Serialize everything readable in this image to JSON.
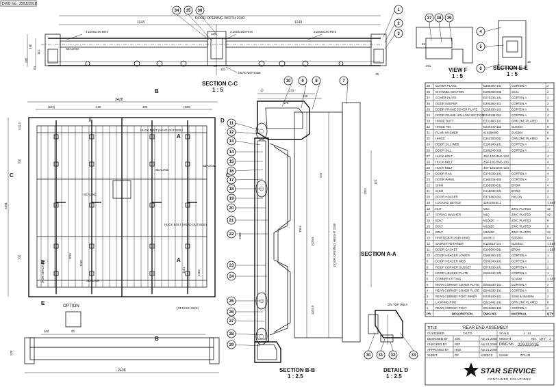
{
  "drawing": {
    "dwg_no_tag": "DWG No.: 229J2201E",
    "views": {
      "section_cc": {
        "title": "SECTION C-C",
        "scale": "1 : 5",
        "dim_width": "DOOR OPENING WIDTH 2340",
        "dim_half": "1143",
        "rhs": "3.2x50x100 RHS",
        "sealing": "SEALING",
        "head_outside": "HEAD OUTSIDE",
        "dims": [
          "100",
          "110",
          "40",
          "250",
          "280",
          "113",
          "84",
          "18"
        ]
      },
      "view_f": {
        "title": "VIEW F",
        "scale": "1 : 5",
        "dims": [
          "201",
          "88"
        ]
      },
      "section_ee": {
        "title": "SECTION E-E",
        "scale": "1 : 5",
        "dim": "18"
      },
      "rear_end": {
        "dims_top": [
          "2438",
          "(629)",
          "420",
          "420",
          "(629)"
        ],
        "dims_left": [
          "700",
          "700",
          "2591",
          "241.5"
        ],
        "labels": [
          "HUCK BOLT (HEAD OUTSIDE)",
          "SEALING",
          "SEALING",
          "SEALING",
          "HUCK BOLT (HEAD OUTSIDE)",
          "SEALING",
          "OPTION",
          "(AT EACH END)"
        ],
        "dims_bottom": [
          "1252",
          "1216",
          "1240",
          "1261",
          "(FOR SEALING)"
        ],
        "markers": [
          "A",
          "A",
          "B",
          "B",
          "C",
          "C",
          "D",
          "E",
          "E",
          "F"
        ]
      },
      "section_aa": {
        "title": "SECTION A-A",
        "door_height": "DOOR OPENING HEIGHT 2280",
        "dims": [
          "270",
          "259",
          "170",
          "47",
          "1029.5",
          "1994",
          "1025.5",
          "270",
          "1304",
          "124",
          "160",
          "2388"
        ]
      },
      "section_bb": {
        "title": "SECTION B-B",
        "scale": "1 : 2.5"
      },
      "detail_d": {
        "title": "DETAIL D",
        "scale": "1 : 2.5",
        "on_top_only": "ON TOP ONLY"
      },
      "plan": {
        "dims": [
          "300",
          "50",
          "2438",
          "220"
        ]
      }
    },
    "balloons_top": [
      "34",
      "35",
      "36",
      "1",
      "2",
      "3",
      "4",
      "5",
      "6",
      "37",
      "38",
      "39"
    ],
    "balloons_aa": [
      "10",
      "9",
      "8",
      "7",
      "11",
      "12",
      "13",
      "14",
      "15",
      "16",
      "17",
      "18",
      "19",
      "20",
      "21",
      "22",
      "23",
      "24",
      "25",
      "26",
      "27",
      "28",
      "29"
    ],
    "balloons_detail": [
      "30",
      "31",
      "32",
      "33"
    ]
  },
  "bom": {
    "columns": [
      "PR",
      "DESCRIPTION",
      "DWG NO.",
      "MATERIAL",
      "QTY"
    ],
    "rows": [
      [
        "39",
        "COVER PLATE",
        "E290260-101",
        "CORTEN A",
        "2"
      ],
      [
        "38",
        "CHANNEL SECTION",
        "E280460-035",
        "SS41",
        "2"
      ],
      [
        "37",
        "COVER PLATE",
        "E270230-101",
        "CORTEN A",
        "2"
      ],
      [
        "36",
        "DOOR KEEPER",
        "E260260-101",
        "CORTEN A",
        "2"
      ],
      [
        "35",
        "DOOR FRAME COVER PLATE",
        "E250230-101",
        "CORTEN A",
        "8"
      ],
      [
        "34",
        "DOOR FRAME HOLLOW SECTION",
        "E240232-001",
        "CORTEN A",
        "4"
      ],
      [
        "33",
        "HINGE BUTT",
        "E231460-101",
        "GRN.ZNC PLATED",
        "8"
      ],
      [
        "32",
        "HINGE PIN",
        "E220140-102",
        "SUS304",
        "8"
      ],
      [
        "31",
        "PLAIN WASHER",
        "#10284000",
        "SUS304",
        "8"
      ],
      [
        "30",
        "HINGE",
        "E201700-001",
        "GRN.ZNC PLATED",
        "8"
      ],
      [
        "29",
        "DOOR SILL WEB",
        "E190240-101",
        "CORTEN A",
        "1"
      ],
      [
        "28",
        "DOOR SILL",
        "E180240-108",
        "CORTEN A",
        "1"
      ],
      [
        "27",
        "HUCK-BOLT",
        "3SF-10G/3NS-10G",
        "",
        "4"
      ],
      [
        "26",
        "HUCK-BOLT",
        "3SF-10G/3NS-10G",
        "",
        "4"
      ],
      [
        "25",
        "HUCK-BOLT",
        "3SF-12G/3NS-12G",
        "",
        "4"
      ],
      [
        "24",
        "DOOR RAIL",
        "E170230-101",
        "CORTEN A",
        "4"
      ],
      [
        "23",
        "DOOR PANEL",
        "E160216-465",
        "CORTEN A",
        "2"
      ],
      [
        "22",
        "SHIM",
        "E155930-031",
        "EPDM",
        "4"
      ],
      [
        "21",
        "SHIM",
        "E145930-031",
        "EPDM",
        "4"
      ],
      [
        "20",
        "DOOR HOLDER",
        "E378460-001",
        "NYLON",
        "2"
      ],
      [
        "19",
        "LOCKING DEVICE",
        "229J2201E.1",
        "",
        "1 SET"
      ],
      [
        "18",
        "NUT",
        "M10",
        "ZINC PLATED",
        "42"
      ],
      [
        "17",
        "SPRING WASHER",
        "M10",
        "ZINC PLATED",
        "42"
      ],
      [
        "16",
        "BOLT",
        "M10x20",
        "ZINC PLATED",
        "8"
      ],
      [
        "15",
        "BOLT",
        "M10x25",
        "ZINC PLATED",
        "8"
      ],
      [
        "14",
        "BOLT",
        "M10x30",
        "ZINC PLATED",
        "26"
      ],
      [
        "13",
        "RIVET(GB/T12618-1990)",
        "#4.8X13",
        "SUS304",
        "64"
      ],
      [
        "12",
        "GASKET RETAINER",
        "E110010-101",
        "SUS304",
        "1 SET"
      ],
      [
        "11",
        "DOOR GASKET",
        "E105600-001",
        "EPDM",
        "1 SET"
      ],
      [
        "10",
        "DOOR HEADER LOWER",
        "E090260-101",
        "CORTEN A",
        "1"
      ],
      [
        "9",
        "DOOR HEADER WEB",
        "E080240-101",
        "CORTEN A",
        "1"
      ],
      [
        "8",
        "ROOF CORNER GUSSET",
        "E070230-101",
        "CORTEN A",
        "2"
      ],
      [
        "7",
        "DOOR HEADER PLATE",
        "E060230-103",
        "CORTEN A",
        "1"
      ],
      [
        "6",
        "CORNER FITTING",
        "",
        "SCW49",
        "1 SET"
      ],
      [
        "5",
        "REAR CORNER COVER PLATE",
        "E050230-101",
        "CORTEN A",
        "2"
      ],
      [
        "4",
        "REAR CORNER COVER PLATE",
        "E040230-101",
        "CORTEN A",
        "2"
      ],
      [
        "3",
        "REAR CORNER POST INNER",
        "E030240-101",
        "SS50 & SM490A",
        "2"
      ],
      [
        "2",
        "LASHING ROD",
        "E021442-101",
        "GRN.ZNC PLATED",
        "8"
      ],
      [
        "1",
        "REAR CORNER POST",
        "E010260-103",
        "CORTEN A",
        "2"
      ]
    ]
  },
  "title_block": {
    "title_label": "TITLE",
    "title": "REAR END ASSEMBLY",
    "customer_label": "CUSTOMER",
    "customer": "TALTO",
    "scale_label": "SCALE",
    "scale": "1 : 10",
    "designed_label": "DESIGNED BY",
    "designed_by": "JXG",
    "designed_date": "Apr.21,2008",
    "weight_label": "WEIGHT",
    "no_label": "NO.",
    "qty_label": "QTY:",
    "qty": "1",
    "checked_label": "CHECKED BY",
    "checked_by": "NJP",
    "checked_date": "Apr.21,2008",
    "dwg_no_label": "DWG No.",
    "dwg_no": "229J2201E",
    "approved_label": "APPROVED BY",
    "approved_by": "HSD",
    "approved_date": "Apr.21,2008",
    "sheet_label": "SHEET",
    "of_label": "OF",
    "sheets_label": "SHEETS",
    "issue_label": "ISSUE",
    "issue": "07A-00",
    "company": "STAR SERVICE",
    "company_sub": "CONTAINER SOLUTIONS"
  }
}
